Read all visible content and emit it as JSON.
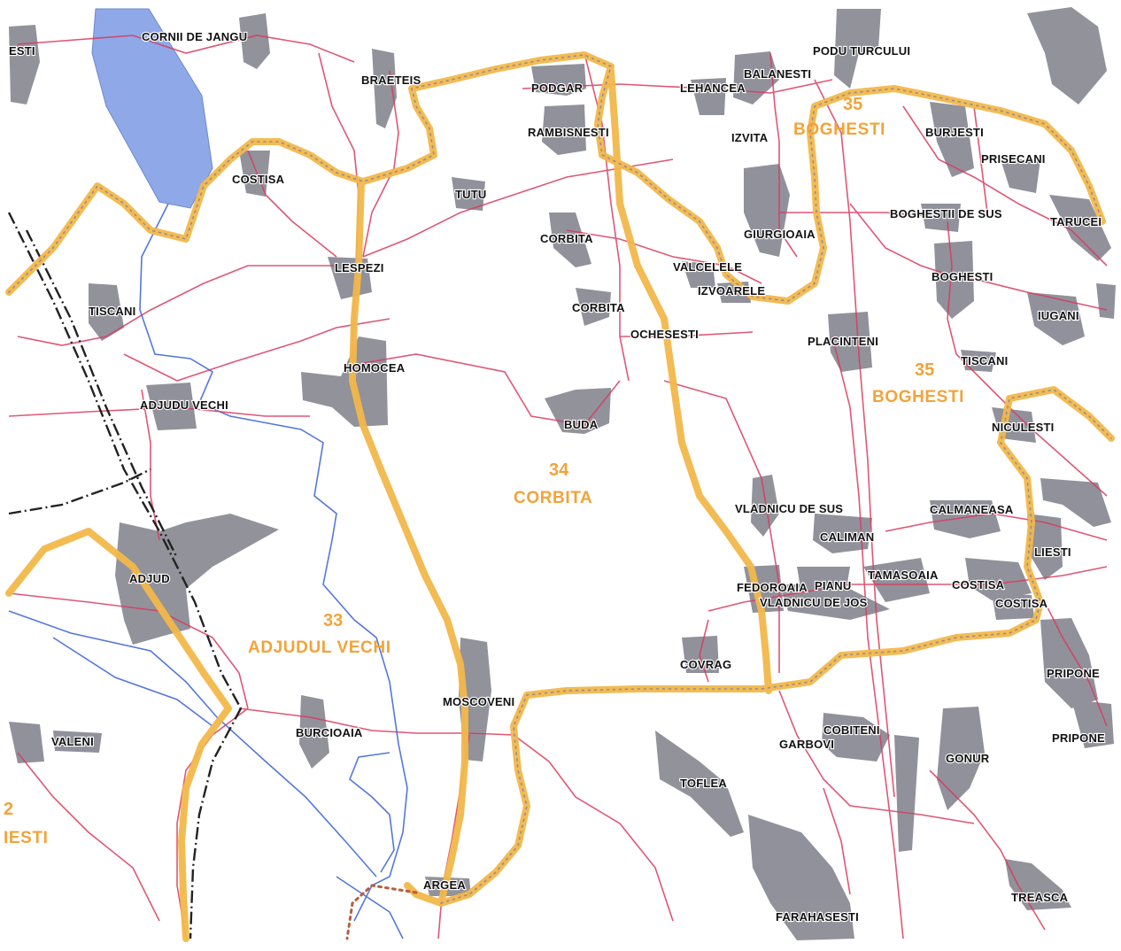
{
  "colors": {
    "background": "#ffffff",
    "lake": "#8fa8e8",
    "settlement": "#8c8c96",
    "road": "#d93a5e",
    "river": "#5577dd",
    "district_boundary": "#f2b84a",
    "district_label": "#f2a33a",
    "railway": "#222222"
  },
  "places": [
    {
      "name": "ESTI"
    },
    {
      "name": "CORNII DE JANGU"
    },
    {
      "name": "PODU TURCULUI"
    },
    {
      "name": "BALANESTI"
    },
    {
      "name": "BRAETEIS"
    },
    {
      "name": "LEHANCEA"
    },
    {
      "name": "PODGAR"
    },
    {
      "name": "RAMBISNESTI"
    },
    {
      "name": "IZVITA"
    },
    {
      "name": "BURJESTI"
    },
    {
      "name": "PRISECANI"
    },
    {
      "name": "COSTISA"
    },
    {
      "name": "TUTU"
    },
    {
      "name": "BOGHESTII DE SUS"
    },
    {
      "name": "TARUCEI"
    },
    {
      "name": "GIURGIOAIA"
    },
    {
      "name": "CORBITA"
    },
    {
      "name": "VALCELELE"
    },
    {
      "name": "LESPEZI"
    },
    {
      "name": "IZVOARELE"
    },
    {
      "name": "BOGHESTI"
    },
    {
      "name": "TISCANI"
    },
    {
      "name": "CORBITA"
    },
    {
      "name": "IUGANI"
    },
    {
      "name": "OCHESESTI"
    },
    {
      "name": "PLACINTENI"
    },
    {
      "name": "HOMOCEA"
    },
    {
      "name": "TISCANI"
    },
    {
      "name": "ADJUDU VECHI"
    },
    {
      "name": "BUDA"
    },
    {
      "name": "NICULESTI"
    },
    {
      "name": "VLADNICU DE SUS"
    },
    {
      "name": "CALMANEASA"
    },
    {
      "name": "CALIMAN"
    },
    {
      "name": "LIESTI"
    },
    {
      "name": "ADJUD"
    },
    {
      "name": "TAMASOAIA"
    },
    {
      "name": "FEDOROAIA"
    },
    {
      "name": "PIANU"
    },
    {
      "name": "COSTISA"
    },
    {
      "name": "VLADNICU DE JOS"
    },
    {
      "name": "COSTISA"
    },
    {
      "name": "COVRAG"
    },
    {
      "name": "PRIPONE"
    },
    {
      "name": "MOSCOVENI"
    },
    {
      "name": "VALENI"
    },
    {
      "name": "BURCIOAIA"
    },
    {
      "name": "COBITENI"
    },
    {
      "name": "GARBOVI"
    },
    {
      "name": "PRIPONE"
    },
    {
      "name": "GONUR"
    },
    {
      "name": "TOFLEA"
    },
    {
      "name": "ARGEA"
    },
    {
      "name": "TREASCA"
    },
    {
      "name": "FARAHASESTI"
    }
  ],
  "districts": [
    {
      "number": "33",
      "name": "ADJUDUL VECHI"
    },
    {
      "number": "34",
      "name": "CORBITA"
    },
    {
      "number": "35",
      "name": "BOGHESTI"
    },
    {
      "number": "35",
      "name": "BOGHESTI"
    },
    {
      "number": "2",
      "name": "IESTI"
    }
  ]
}
